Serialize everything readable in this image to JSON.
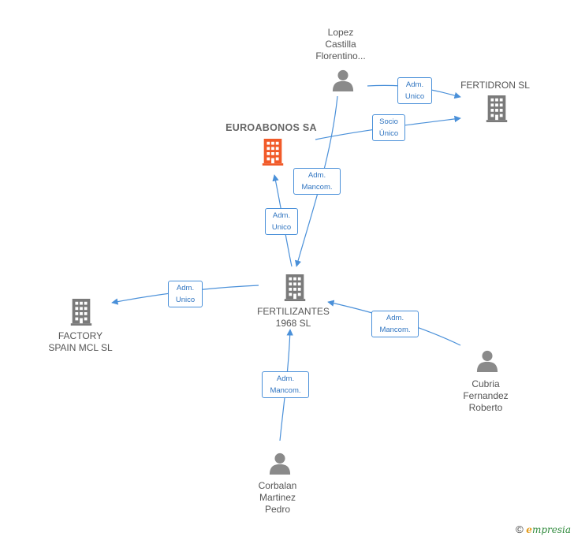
{
  "colors": {
    "edge": "#4a90d9",
    "company": "#7a7a7a",
    "main_company": "#f15a29",
    "person": "#8a8a8a"
  },
  "nodes": {
    "euroabonos": {
      "label": "EUROABONOS SA",
      "type": "company-main"
    },
    "fertilizantes": {
      "label": "FERTILIZANTES\n1968  SL",
      "type": "company"
    },
    "fertidron": {
      "label": "FERTIDRON  SL",
      "type": "company"
    },
    "factory": {
      "label": "FACTORY\nSPAIN MCL  SL",
      "type": "company"
    },
    "lopez": {
      "label": "Lopez\nCastilla\nFlorentino...",
      "type": "person"
    },
    "cubria": {
      "label": "Cubria\nFernandez\nRoberto",
      "type": "person"
    },
    "corbalan": {
      "label": "Corbalan\nMartinez\nPedro",
      "type": "person"
    }
  },
  "edges": {
    "lopez_fertidron": "Adm.\nUnico",
    "euroabonos_fertidron": "Socio\nÚnico",
    "lopez_fertilizantes": "Adm.\nMancom.",
    "fertilizantes_euroabonos": "Adm.\nUnico",
    "fertilizantes_factory": "Adm.\nUnico",
    "cubria_fertilizantes": "Adm.\nMancom.",
    "corbalan_fertilizantes": "Adm.\nMancom."
  },
  "footer": {
    "copyright": "©",
    "brand_initial": "e",
    "brand_rest": "mpresia"
  }
}
